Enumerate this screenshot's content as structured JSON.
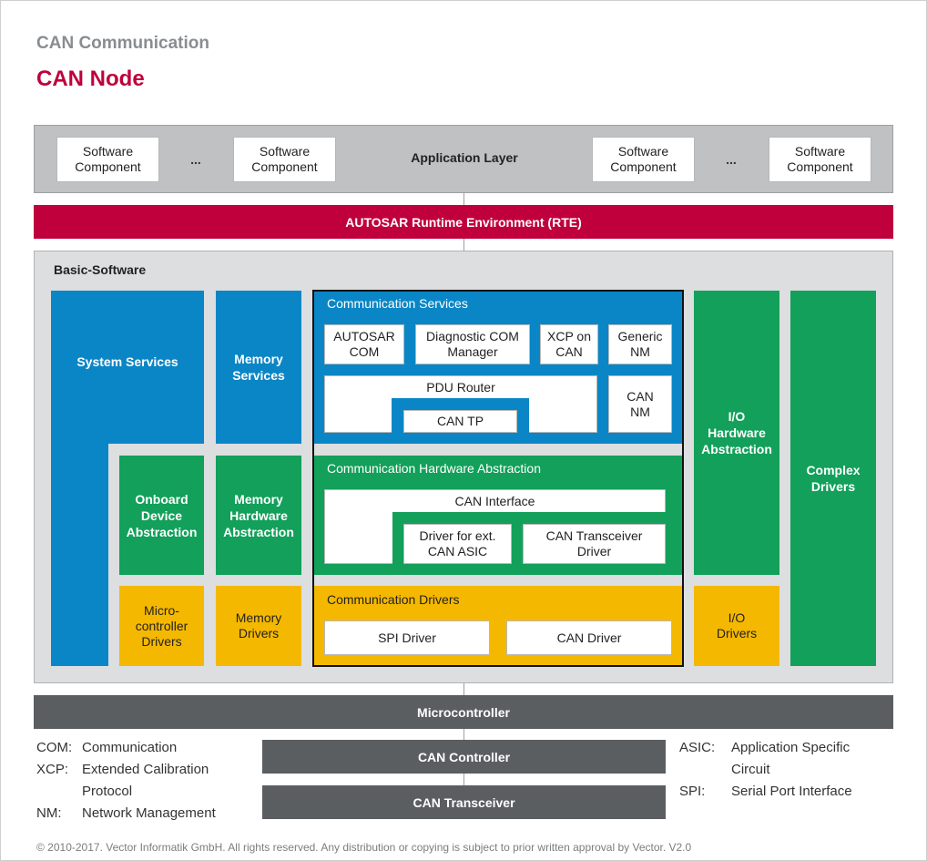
{
  "header": {
    "supertitle": "CAN Communication",
    "title": "CAN Node"
  },
  "application_layer": {
    "label": "Application Layer",
    "software_component": "Software Component",
    "ellipsis": "..."
  },
  "rte": {
    "label": "AUTOSAR Runtime Environment (RTE)"
  },
  "basic_software": {
    "label": "Basic-Software",
    "system_services": "System Services",
    "memory_services": "Memory Services",
    "onboard_device_abstraction": "Onboard Device Abstraction",
    "memory_hardware_abstraction": "Memory Hardware Abstraction",
    "microcontroller_drivers": "Micro-controller Drivers",
    "memory_drivers": "Memory Drivers",
    "io_hardware_abstraction": "I/O Hardware Abstraction",
    "io_drivers": "I/O Drivers",
    "complex_drivers": "Complex Drivers",
    "communication_services": {
      "label": "Communication Services",
      "autosar_com": "AUTOSAR COM",
      "diagnostic_com_manager": "Diagnostic COM Manager",
      "xcp_on_can": "XCP on CAN",
      "generic_nm": "Generic NM",
      "pdu_router": "PDU Router",
      "can_tp": "CAN TP",
      "can_nm": "CAN NM"
    },
    "communication_hardware_abstraction": {
      "label": "Communication Hardware Abstraction",
      "can_interface": "CAN Interface",
      "driver_ext_can_asic": "Driver for ext. CAN ASIC",
      "can_transceiver_driver": "CAN Transceiver Driver"
    },
    "communication_drivers": {
      "label": "Communication Drivers",
      "spi_driver": "SPI Driver",
      "can_driver": "CAN Driver"
    }
  },
  "hardware": {
    "microcontroller": "Microcontroller",
    "can_controller": "CAN Controller",
    "can_transceiver": "CAN Transceiver"
  },
  "legend": {
    "left": [
      {
        "abbr": "COM:",
        "text": "Communication"
      },
      {
        "abbr": "XCP:",
        "text": "Extended Calibration Protocol"
      },
      {
        "abbr": "NM:",
        "text": "Network Management"
      }
    ],
    "right": [
      {
        "abbr": "ASIC:",
        "text": "Application Specific Circuit"
      },
      {
        "abbr": "SPI:",
        "text": "Serial Port Interface"
      }
    ]
  },
  "footer": {
    "copyright": "© 2010-2017. Vector Informatik GmbH. All rights reserved. Any distribution or copying is subject to prior written approval by Vector. V2.0"
  },
  "colors": {
    "title_red": "#c0003c",
    "rte_red": "#c0003c",
    "services_blue": "#0a86c6",
    "abstraction_green": "#12a05a",
    "drivers_yellow": "#f5b800",
    "hardware_gray": "#5a5e61",
    "layer_gray": "#bfc1c3"
  }
}
